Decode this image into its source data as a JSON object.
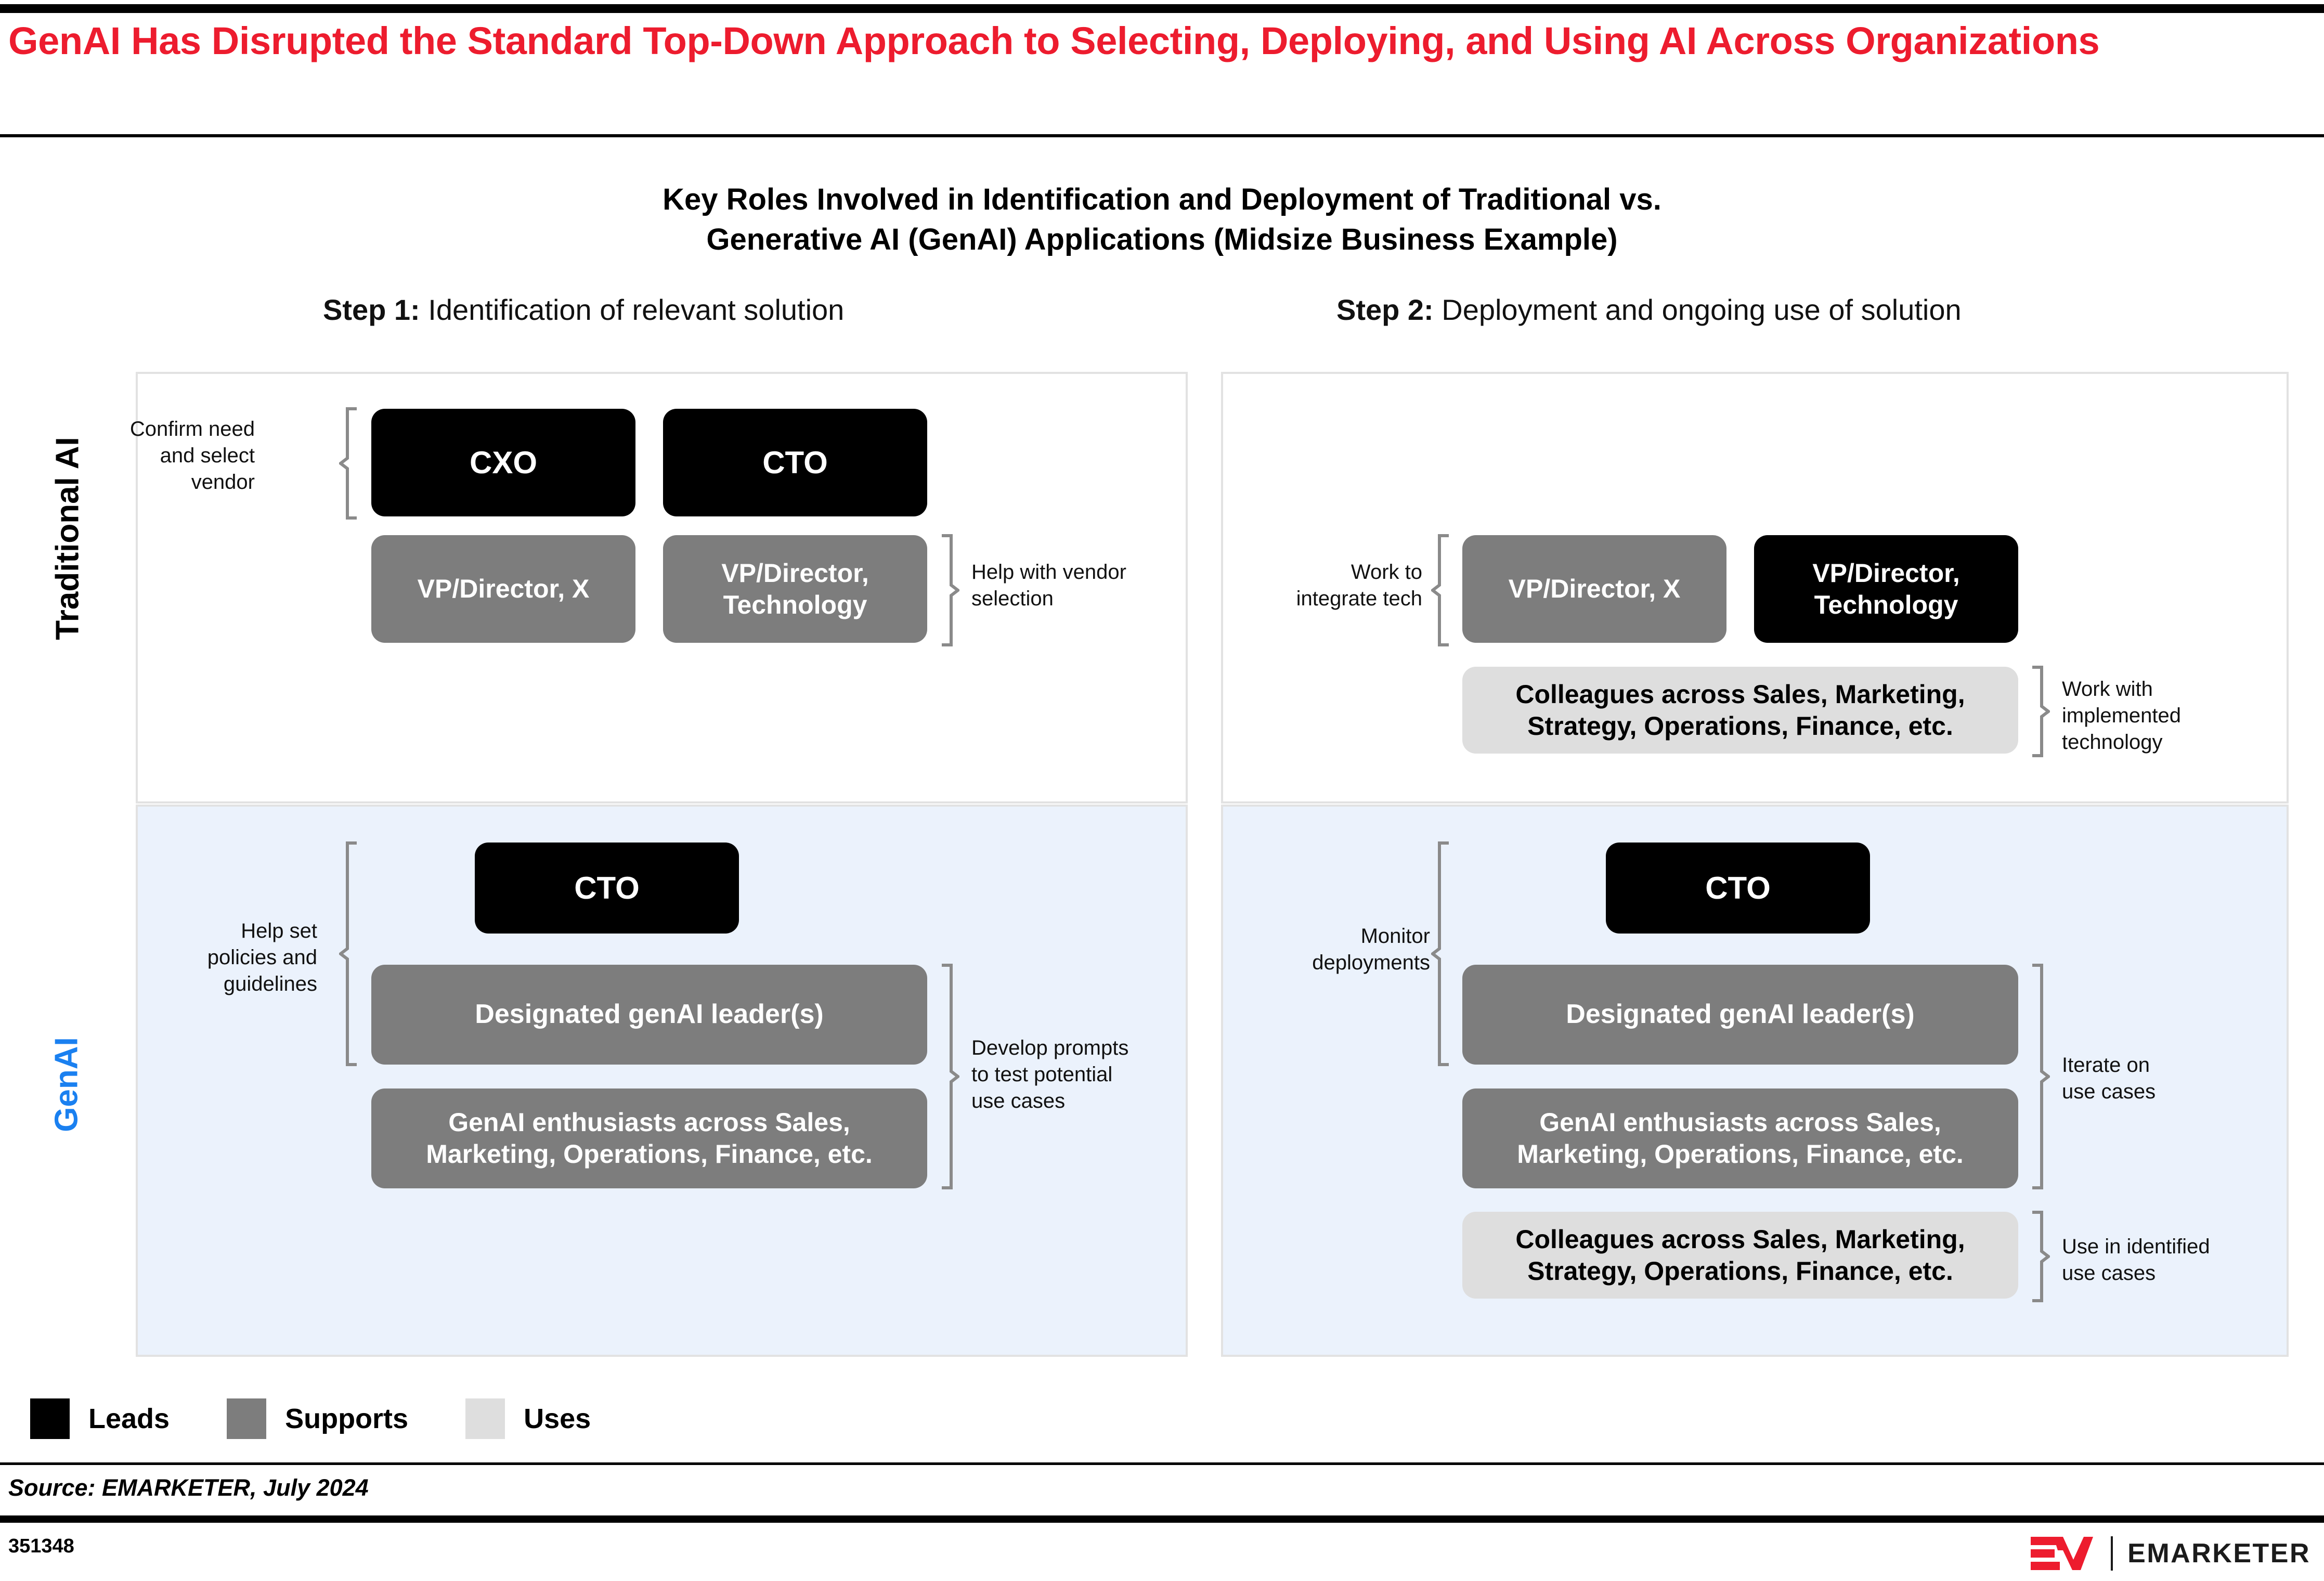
{
  "header": {
    "title": "GenAI Has Disrupted the Standard Top-Down Approach to Selecting, Deploying, and Using AI Across Organizations",
    "title_color": "#ed1c2e"
  },
  "chart": {
    "subtitle_line1": "Key Roles Involved in Identification and Deployment of Traditional vs.",
    "subtitle_line2": "Generative AI (GenAI) Applications (Midsize Business Example)",
    "steps": [
      {
        "label": "Step 1:",
        "text": " Identification of relevant solution"
      },
      {
        "label": "Step 2:",
        "text": " Deployment and ongoing use of solution"
      }
    ],
    "row_labels": [
      {
        "name": "Traditional AI",
        "color": "#000000"
      },
      {
        "name": "GenAI",
        "color": "#1a80f0"
      }
    ],
    "quadrants": {
      "traditional_step1": {
        "annotations": {
          "left": "Confirm need\nand select\nvendor",
          "right": "Help with vendor\nselection"
        },
        "boxes": [
          {
            "text": "CXO",
            "role": "Leads"
          },
          {
            "text": "CTO",
            "role": "Leads"
          },
          {
            "text": "VP/Director, X",
            "role": "Supports"
          },
          {
            "text": "VP/Director,\nTechnology",
            "role": "Supports"
          }
        ]
      },
      "traditional_step2": {
        "annotations": {
          "left": "Work to\nintegrate tech",
          "right": "Work with\nimplemented\ntechnology"
        },
        "boxes": [
          {
            "text": "VP/Director, X",
            "role": "Supports"
          },
          {
            "text": "VP/Director,\nTechnology",
            "role": "Leads"
          },
          {
            "text": "Colleagues across Sales, Marketing,\nStrategy, Operations, Finance, etc.",
            "role": "Uses"
          }
        ]
      },
      "genai_step1": {
        "annotations": {
          "left": "Help set\npolicies and\nguidelines",
          "right": "Develop prompts\nto test potential\nuse cases"
        },
        "boxes": [
          {
            "text": "CTO",
            "role": "Leads"
          },
          {
            "text": "Designated genAI leader(s)",
            "role": "Supports"
          },
          {
            "text": "GenAI enthusiasts across Sales,\nMarketing, Operations, Finance, etc.",
            "role": "Supports"
          }
        ]
      },
      "genai_step2": {
        "annotations": {
          "left": "Monitor\ndeployments",
          "right_1": "Iterate on\nuse cases",
          "right_2": "Use in identified\nuse cases"
        },
        "boxes": [
          {
            "text": "CTO",
            "role": "Leads"
          },
          {
            "text": "Designated genAI leader(s)",
            "role": "Supports"
          },
          {
            "text": "GenAI enthusiasts across Sales,\nMarketing, Operations, Finance, etc.",
            "role": "Supports"
          },
          {
            "text": "Colleagues across Sales, Marketing,\nStrategy, Operations, Finance, etc.",
            "role": "Uses"
          }
        ]
      }
    }
  },
  "legend": [
    {
      "label": "Leads",
      "color": "#000000"
    },
    {
      "label": "Supports",
      "color": "#7d7d7d"
    },
    {
      "label": "Uses",
      "color": "#dedede"
    }
  ],
  "footer": {
    "source": "Source: EMARKETER, July 2024",
    "figure_number": "351348",
    "brand": "EMARKETER"
  },
  "chart_data": {
    "type": "table",
    "title": "Key Roles Involved in Identification and Deployment of Traditional vs. Generative AI (GenAI) Applications (Midsize Business Example)",
    "columns": [
      "Step 1: Identification of relevant solution",
      "Step 2: Deployment and ongoing use of solution"
    ],
    "rows": [
      "Traditional AI",
      "GenAI"
    ],
    "legend": [
      "Leads",
      "Supports",
      "Uses"
    ],
    "cells": [
      {
        "row": "Traditional AI",
        "column": "Step 1",
        "groups": [
          {
            "annotation": "Confirm need and select vendor",
            "side": "left",
            "roles": [
              {
                "name": "CXO",
                "level": "Leads"
              },
              {
                "name": "CTO",
                "level": "Leads"
              }
            ]
          },
          {
            "annotation": "Help with vendor selection",
            "side": "right",
            "roles": [
              {
                "name": "VP/Director, X",
                "level": "Supports"
              },
              {
                "name": "VP/Director, Technology",
                "level": "Supports"
              }
            ]
          }
        ]
      },
      {
        "row": "Traditional AI",
        "column": "Step 2",
        "groups": [
          {
            "annotation": "Work to integrate tech",
            "side": "left",
            "roles": [
              {
                "name": "VP/Director, X",
                "level": "Supports"
              },
              {
                "name": "VP/Director, Technology",
                "level": "Leads"
              }
            ]
          },
          {
            "annotation": "Work with implemented technology",
            "side": "right",
            "roles": [
              {
                "name": "Colleagues across Sales, Marketing, Strategy, Operations, Finance, etc.",
                "level": "Uses"
              }
            ]
          }
        ]
      },
      {
        "row": "GenAI",
        "column": "Step 1",
        "groups": [
          {
            "annotation": "Help set policies and guidelines",
            "side": "left",
            "roles": [
              {
                "name": "CTO",
                "level": "Leads"
              },
              {
                "name": "Designated genAI leader(s)",
                "level": "Supports"
              }
            ]
          },
          {
            "annotation": "Develop prompts to test potential use cases",
            "side": "right",
            "roles": [
              {
                "name": "Designated genAI leader(s)",
                "level": "Supports"
              },
              {
                "name": "GenAI enthusiasts across Sales, Marketing, Operations, Finance, etc.",
                "level": "Supports"
              }
            ]
          }
        ]
      },
      {
        "row": "GenAI",
        "column": "Step 2",
        "groups": [
          {
            "annotation": "Monitor deployments",
            "side": "left",
            "roles": [
              {
                "name": "CTO",
                "level": "Leads"
              },
              {
                "name": "Designated genAI leader(s)",
                "level": "Supports"
              }
            ]
          },
          {
            "annotation": "Iterate on use cases",
            "side": "right",
            "roles": [
              {
                "name": "Designated genAI leader(s)",
                "level": "Supports"
              },
              {
                "name": "GenAI enthusiasts across Sales, Marketing, Operations, Finance, etc.",
                "level": "Supports"
              }
            ]
          },
          {
            "annotation": "Use in identified use cases",
            "side": "right",
            "roles": [
              {
                "name": "Colleagues across Sales, Marketing, Strategy, Operations, Finance, etc.",
                "level": "Uses"
              }
            ]
          }
        ]
      }
    ]
  }
}
